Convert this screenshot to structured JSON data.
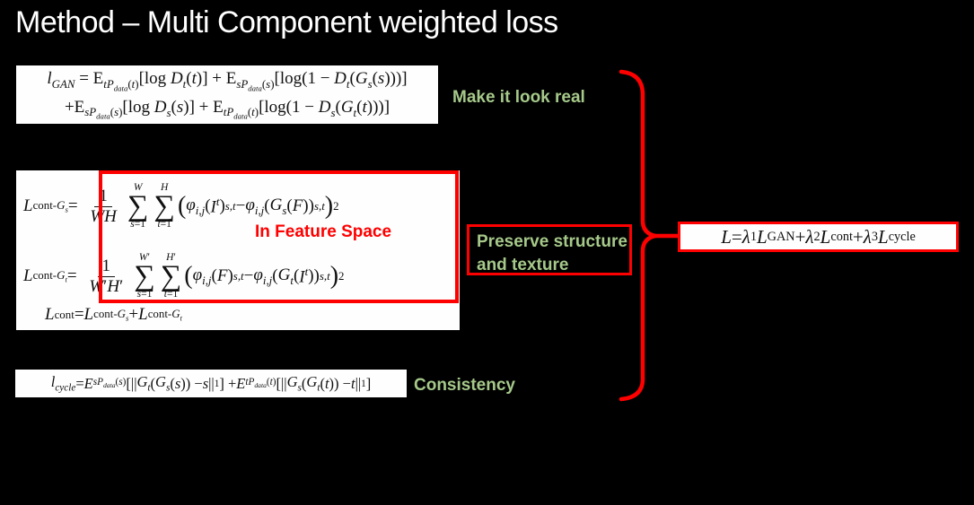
{
  "slide": {
    "title": "Method – Multi Component weighted loss",
    "background": "#000000"
  },
  "colors": {
    "title_text": "#ffffff",
    "accent_green": "#a6c98a",
    "accent_red": "#ff0000",
    "equation_bg": "#fefefe",
    "equation_text": "#111111"
  },
  "annotations": {
    "gan_label": "Make it look real",
    "content_label": "Preserve structure and texture",
    "cycle_label": "Consistency",
    "feature_space_label": "In Feature Space"
  },
  "equations": {
    "gan_line1": "<i>l<sub>GAN</sub></i> = E<sub><i>tP</i><sub><i>data</i></sub>(<i>t</i>)</sub>[log <i>D<sub>t</sub></i>(<i>t</i>)] + E<sub><i>sP</i><sub><i>data</i></sub>(<i>s</i>)</sub>[log(1 &#8722; <i>D<sub>t</sub></i>(<i>G<sub>s</sub></i>(<i>s</i>)))]",
    "gan_line2": "+E<sub><i>sP</i><sub><i>data</i></sub>(<i>s</i>)</sub>[log <i>D<sub>s</sub></i>(<i>s</i>)] + E<sub><i>tP</i><sub><i>data</i></sub>(<i>t</i>)</sub>[log(1 &#8722; <i>D<sub>s</sub></i>(<i>G<sub>t</sub></i>(<i>t</i>)))]",
    "cont_gs": "<i>L</i><sub>cont-<i>G<sub>s</sub></i></sub> =&nbsp;<span class='frac'><span class='num'>1</span><span class='den'><i>WH</i></span></span><span class='sum'><span class='lim'><i>W</i></span><span class='sigma'>&#8721;</span><span class='lim'><i>s</i>=1</span></span><span class='sum'><span class='lim'><i>H</i></span><span class='sigma'>&#8721;</span><span class='lim'><i>t</i>=1</span></span><span class='bp'>(</span><i>&#966;<sub>i,j</sub></i>(<i>I<sup>t</sup></i>)<sub><i>s,t</i></sub> &#8722; <i>&#966;<sub>i,j</sub></i>(<i>G<sub>s</sub></i>(<i>F</i>))<sub><i>s,t</i></sub><span class='bp'>)</span><sup>2</sup>",
    "cont_gt": "<i>L</i><sub>cont-<i>G<sub>t</sub></i></sub> =&nbsp;<span class='frac'><span class='num'>1</span><span class='den'><i>W</i>&#8242;<i>H</i>&#8242;</span></span><span class='sum'><span class='lim'><i>W</i>&#8242;</span><span class='sigma'>&#8721;</span><span class='lim'><i>s</i>=1</span></span><span class='sum'><span class='lim'><i>H</i>&#8242;</span><span class='sigma'>&#8721;</span><span class='lim'><i>t</i>=1</span></span><span class='bp'>(</span><i>&#966;<sub>i,j</sub></i>(<i>F</i>)<sub><i>s,t</i></sub> &#8722; <i>&#966;<sub>i,j</sub></i>(<i>G<sub>t</sub></i>(<i>I<sup>t</sup></i>))<sub><i>s,t</i></sub><span class='bp'>)</span><sup>2</sup>",
    "cont_sum": "<i>L</i><sub>cont</sub> = <i>L</i><sub>cont-<i>G<sub>s</sub></i></sub> + <i>L</i><sub>cont-<i>G<sub>t</sub></i></sub>",
    "cycle": "<i>l<sub>cycle</sub></i> = <i>E</i><sub><i>sP</i><sub><i>data</i></sub>(<i>s</i>)</sub>[||<i>G<sub>t</sub></i>(<i>G<sub>s</sub></i>(<i>s</i>)) &#8722; <i>s</i>||<sub>1</sub>] + <i>E</i><sub><i>tP</i><sub><i>data</i></sub>(<i>t</i>)</sub>[||<i>G<sub>s</sub></i>(<i>G<sub>t</sub></i>(<i>t</i>)) &#8722; <i>t</i>||<sub>1</sub>]",
    "total": "<i>L</i> = <i>&#955;</i><sub>1</sub><i>L</i><sub>GAN</sub> + <i>&#955;</i><sub>2</sub><i>L</i><sub>cont</sub> + <i>&#955;</i><sub>3</sub><i>L</i><sub>cycle</sub>"
  }
}
